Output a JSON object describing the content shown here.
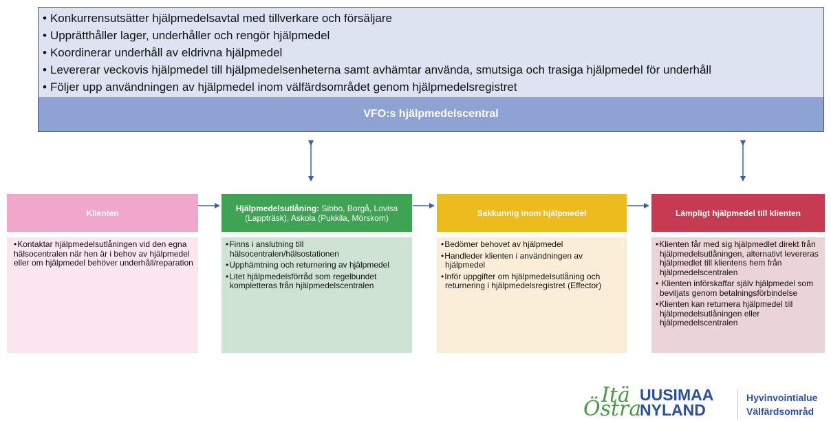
{
  "central": {
    "bullets": [
      "Konkurrensutsätter hjälpmedelsavtal med tillverkare och försäljare",
      "Upprätthåller lager, underhåller och rengör hjälpmedel",
      "Koordinerar underhåll av eldrivna hjälpmedel",
      "Levererar veckovis hjälpmedel till hjälpmedelsenheterna samt avhämtar använda, smutsiga och trasiga hjälpmedel för underhåll",
      "Följer upp användningen av hjälpmedel inom välfärdsområdet genom hjälpmedelsregistret"
    ],
    "title": "VFO:s hjälpmedelscentral",
    "color_panel": "#dee3f1",
    "color_bar": "#8ea3d3"
  },
  "columns": [
    {
      "title": "Klienten",
      "head_color": "#f1a7cc",
      "body_color": "#fbe6ef",
      "items": [
        "Kontaktar hjälpmedelsutlåningen vid den egna hälsocentralen när hen är i behov av hjälpmedel eller om hjälpmedel behöver underhåll/reparation"
      ]
    },
    {
      "title_bold": "Hjälpmedelsutlåning:",
      "title_rest": " Sibbo, Borgå, Lovisa (Lappträsk), Askola  (Pukkila, Mörskom)",
      "head_color": "#3ea353",
      "body_color": "#cfe3d4",
      "items": [
        "Finns i anslutning till hälsocentralen/hälsostationen",
        "Upphämtning och returnering av hjälpmedel",
        "Litet hjälpmedelsförråd som regelbundet kompletteras från hjälpmedelscentralen"
      ]
    },
    {
      "title": "Sakkunnig inom hjälpmedel",
      "head_color": "#ecbc1e",
      "body_color": "#fbeed8",
      "items": [
        "Bedömer behovet av hjälpmedel",
        "Handleder klienten i användningen av hjälpmedel",
        "Inför uppgifter om hjälpmedelsutlåning och returnering i hjälpmedelsregistret (Effector)"
      ]
    },
    {
      "title": "Lämpligt hjälpmedel till klienten",
      "head_color": "#c73b52",
      "body_color": "#ebd4d7",
      "items": [
        "Klienten får med sig hjälpmedlet direkt från hjälpmedelsutlåningen, alternativt levereras hjälpmedlet till klientens hem från hjälpmedelscentralen",
        " Klienten införskaffar själv hjälpmedel som beviljats genom betalningsförbindelse",
        "Klienten kan returnera hjälpmedel till hjälpmedelsutlåningen eller hjälpmedelscentralen"
      ]
    }
  ],
  "arrow_color": "#3b5ea8",
  "logo": {
    "script_top": "Itä",
    "script_bottom": "Östra",
    "word_top": "UUSIMAA",
    "word_bottom": "NYLAND",
    "region_fi": "Hyvinvointialue",
    "region_sv": "Välfärdsområd"
  }
}
